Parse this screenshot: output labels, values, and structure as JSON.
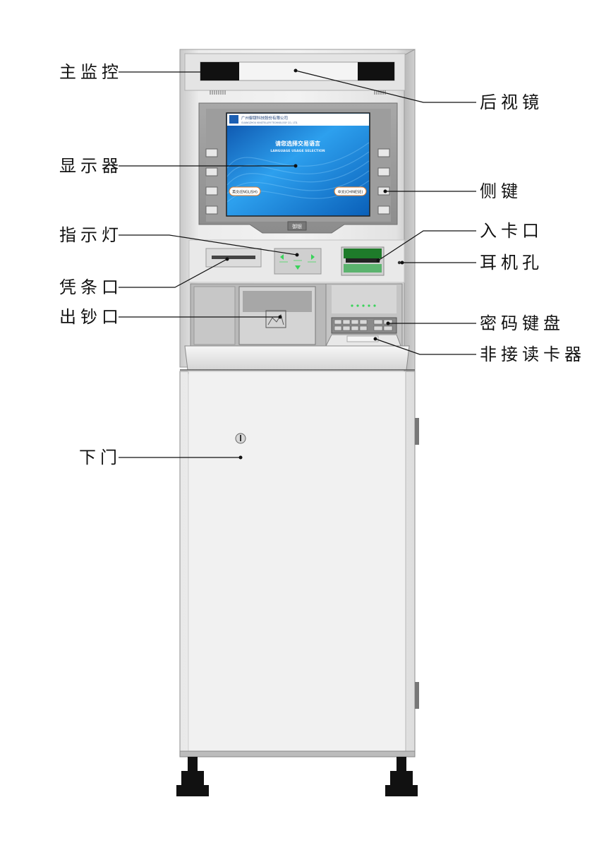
{
  "labels": {
    "left": {
      "main_monitor": "主监控",
      "display": "显示器",
      "indicator": "指示灯",
      "receipt_slot": "凭条口",
      "cash_outlet": "出钞口",
      "lower_door": "下门"
    },
    "right": {
      "rear_mirror": "后视镜",
      "side_keys": "侧键",
      "card_slot": "入卡口",
      "earphone_jack": "耳机孔",
      "pin_pad": "密码键盘",
      "contactless_reader": "非接读卡器"
    }
  },
  "screen": {
    "company": "广州御银科技股份有限公司",
    "company_en": "GUANGZHOU KINGTELLER TECHNOLOGY CO., LTD.",
    "brand": "御银",
    "prompt": "请您选择交易语言",
    "prompt_en": "LANGUAGE USAGE SELECTION",
    "btn_english": "英文(ENGLISH)",
    "btn_chinese": "中文(CHINESE)"
  },
  "colors": {
    "screen_blue": "#1e8fe0",
    "body_silver": "#d8d8d8",
    "indicator_green": "#39d35a"
  }
}
